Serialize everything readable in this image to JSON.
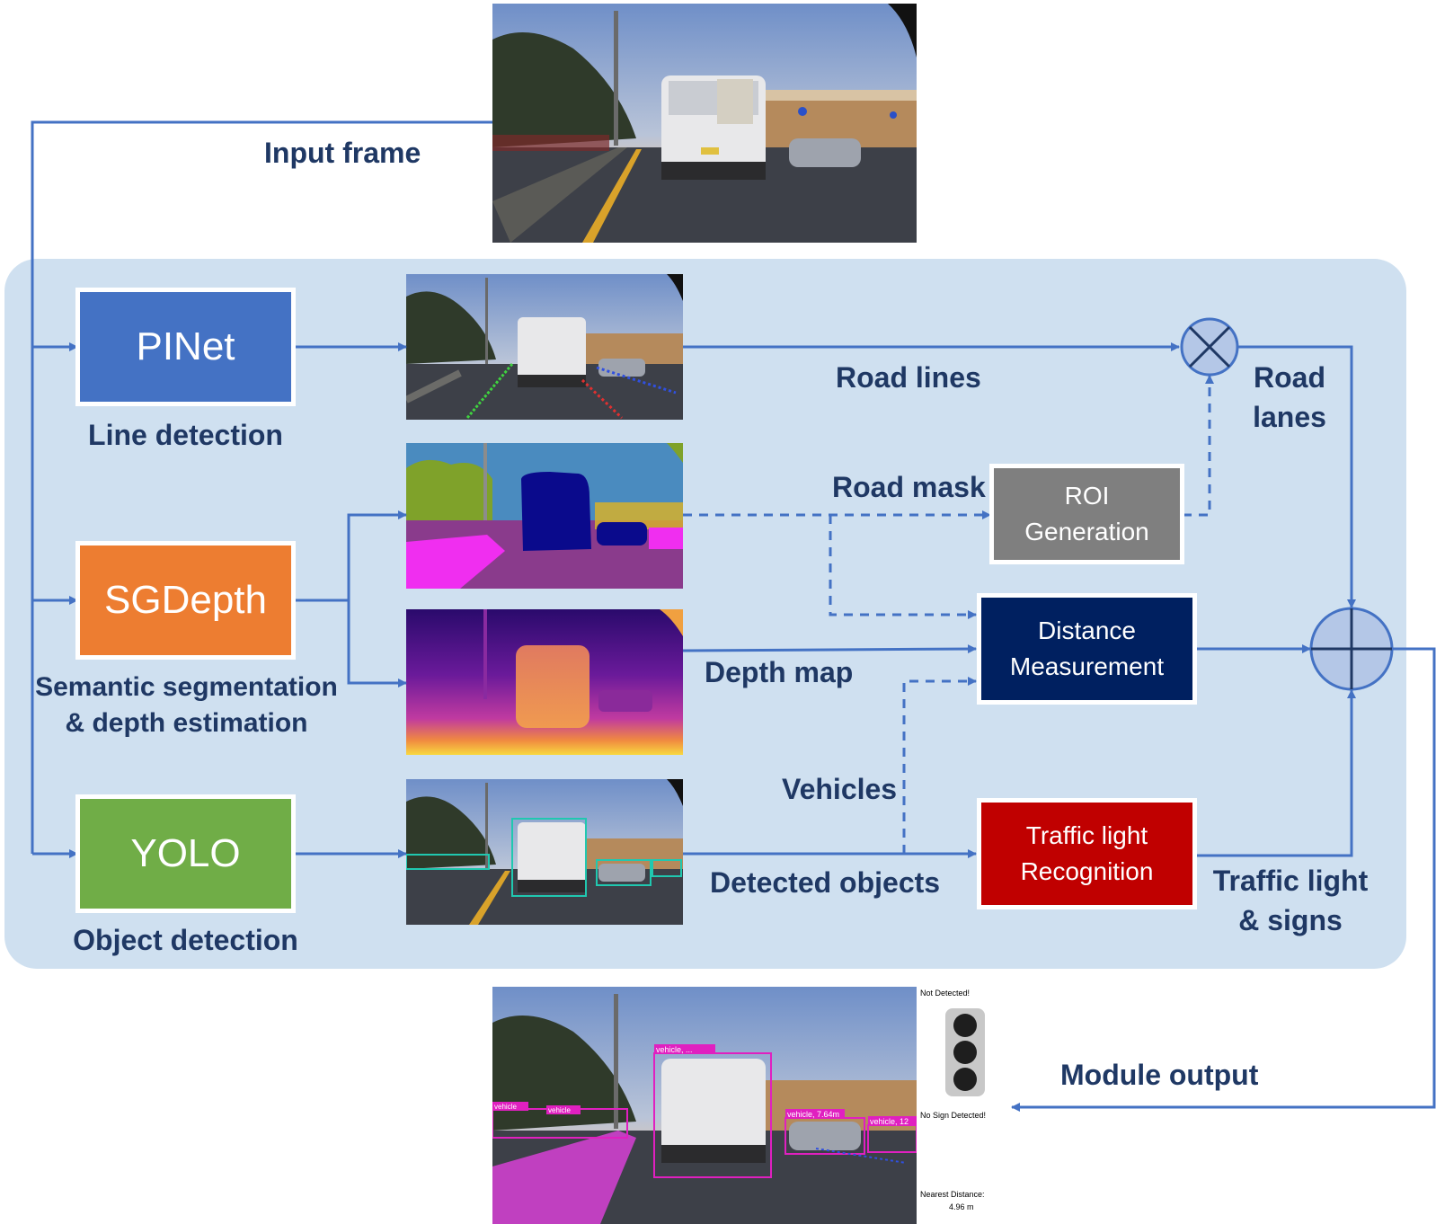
{
  "labels": {
    "input_frame": "Input frame",
    "line_detection": "Line detection",
    "seg_depth_line1": "Semantic segmentation",
    "seg_depth_line2": "& depth estimation",
    "object_detection": "Object detection",
    "road_lines": "Road lines",
    "road_lanes_line1": "Road",
    "road_lanes_line2": "lanes",
    "road_mask": "Road mask",
    "depth_map": "Depth map",
    "vehicles": "Vehicles",
    "detected_objects": "Detected objects",
    "traffic_line1": "Traffic light",
    "traffic_line2": "& signs",
    "module_output": "Module output"
  },
  "models": {
    "pinet": "PINet",
    "sgdepth": "SGDepth",
    "yolo": "YOLO"
  },
  "processes": {
    "roi_line1": "ROI",
    "roi_line2": "Generation",
    "dist_line1": "Distance",
    "dist_line2": "Measurement",
    "tl_line1": "Traffic light",
    "tl_line2": "Recognition"
  },
  "output_panel": {
    "not_detected": "Not Detected!",
    "no_sign": "No Sign Detected!",
    "nearest_label": "Nearest Distance:",
    "nearest_value": "4.96 m"
  },
  "detections": {
    "vehicle": "vehicle",
    "vehicle_top": "vehicle, ...",
    "vehicle_right": "vehicle, 7.64m",
    "vehicle_far": "vehicle, 12"
  },
  "colors": {
    "pinet": "#4472c4",
    "sgdepth": "#ed7d31",
    "yolo": "#70ad47",
    "roi": "#7f7f7f",
    "distance": "#002060",
    "traffic": "#c00000",
    "wire": "#4472c4",
    "label_text": "#1f3864",
    "panel_bg": "#cfe0f0"
  }
}
